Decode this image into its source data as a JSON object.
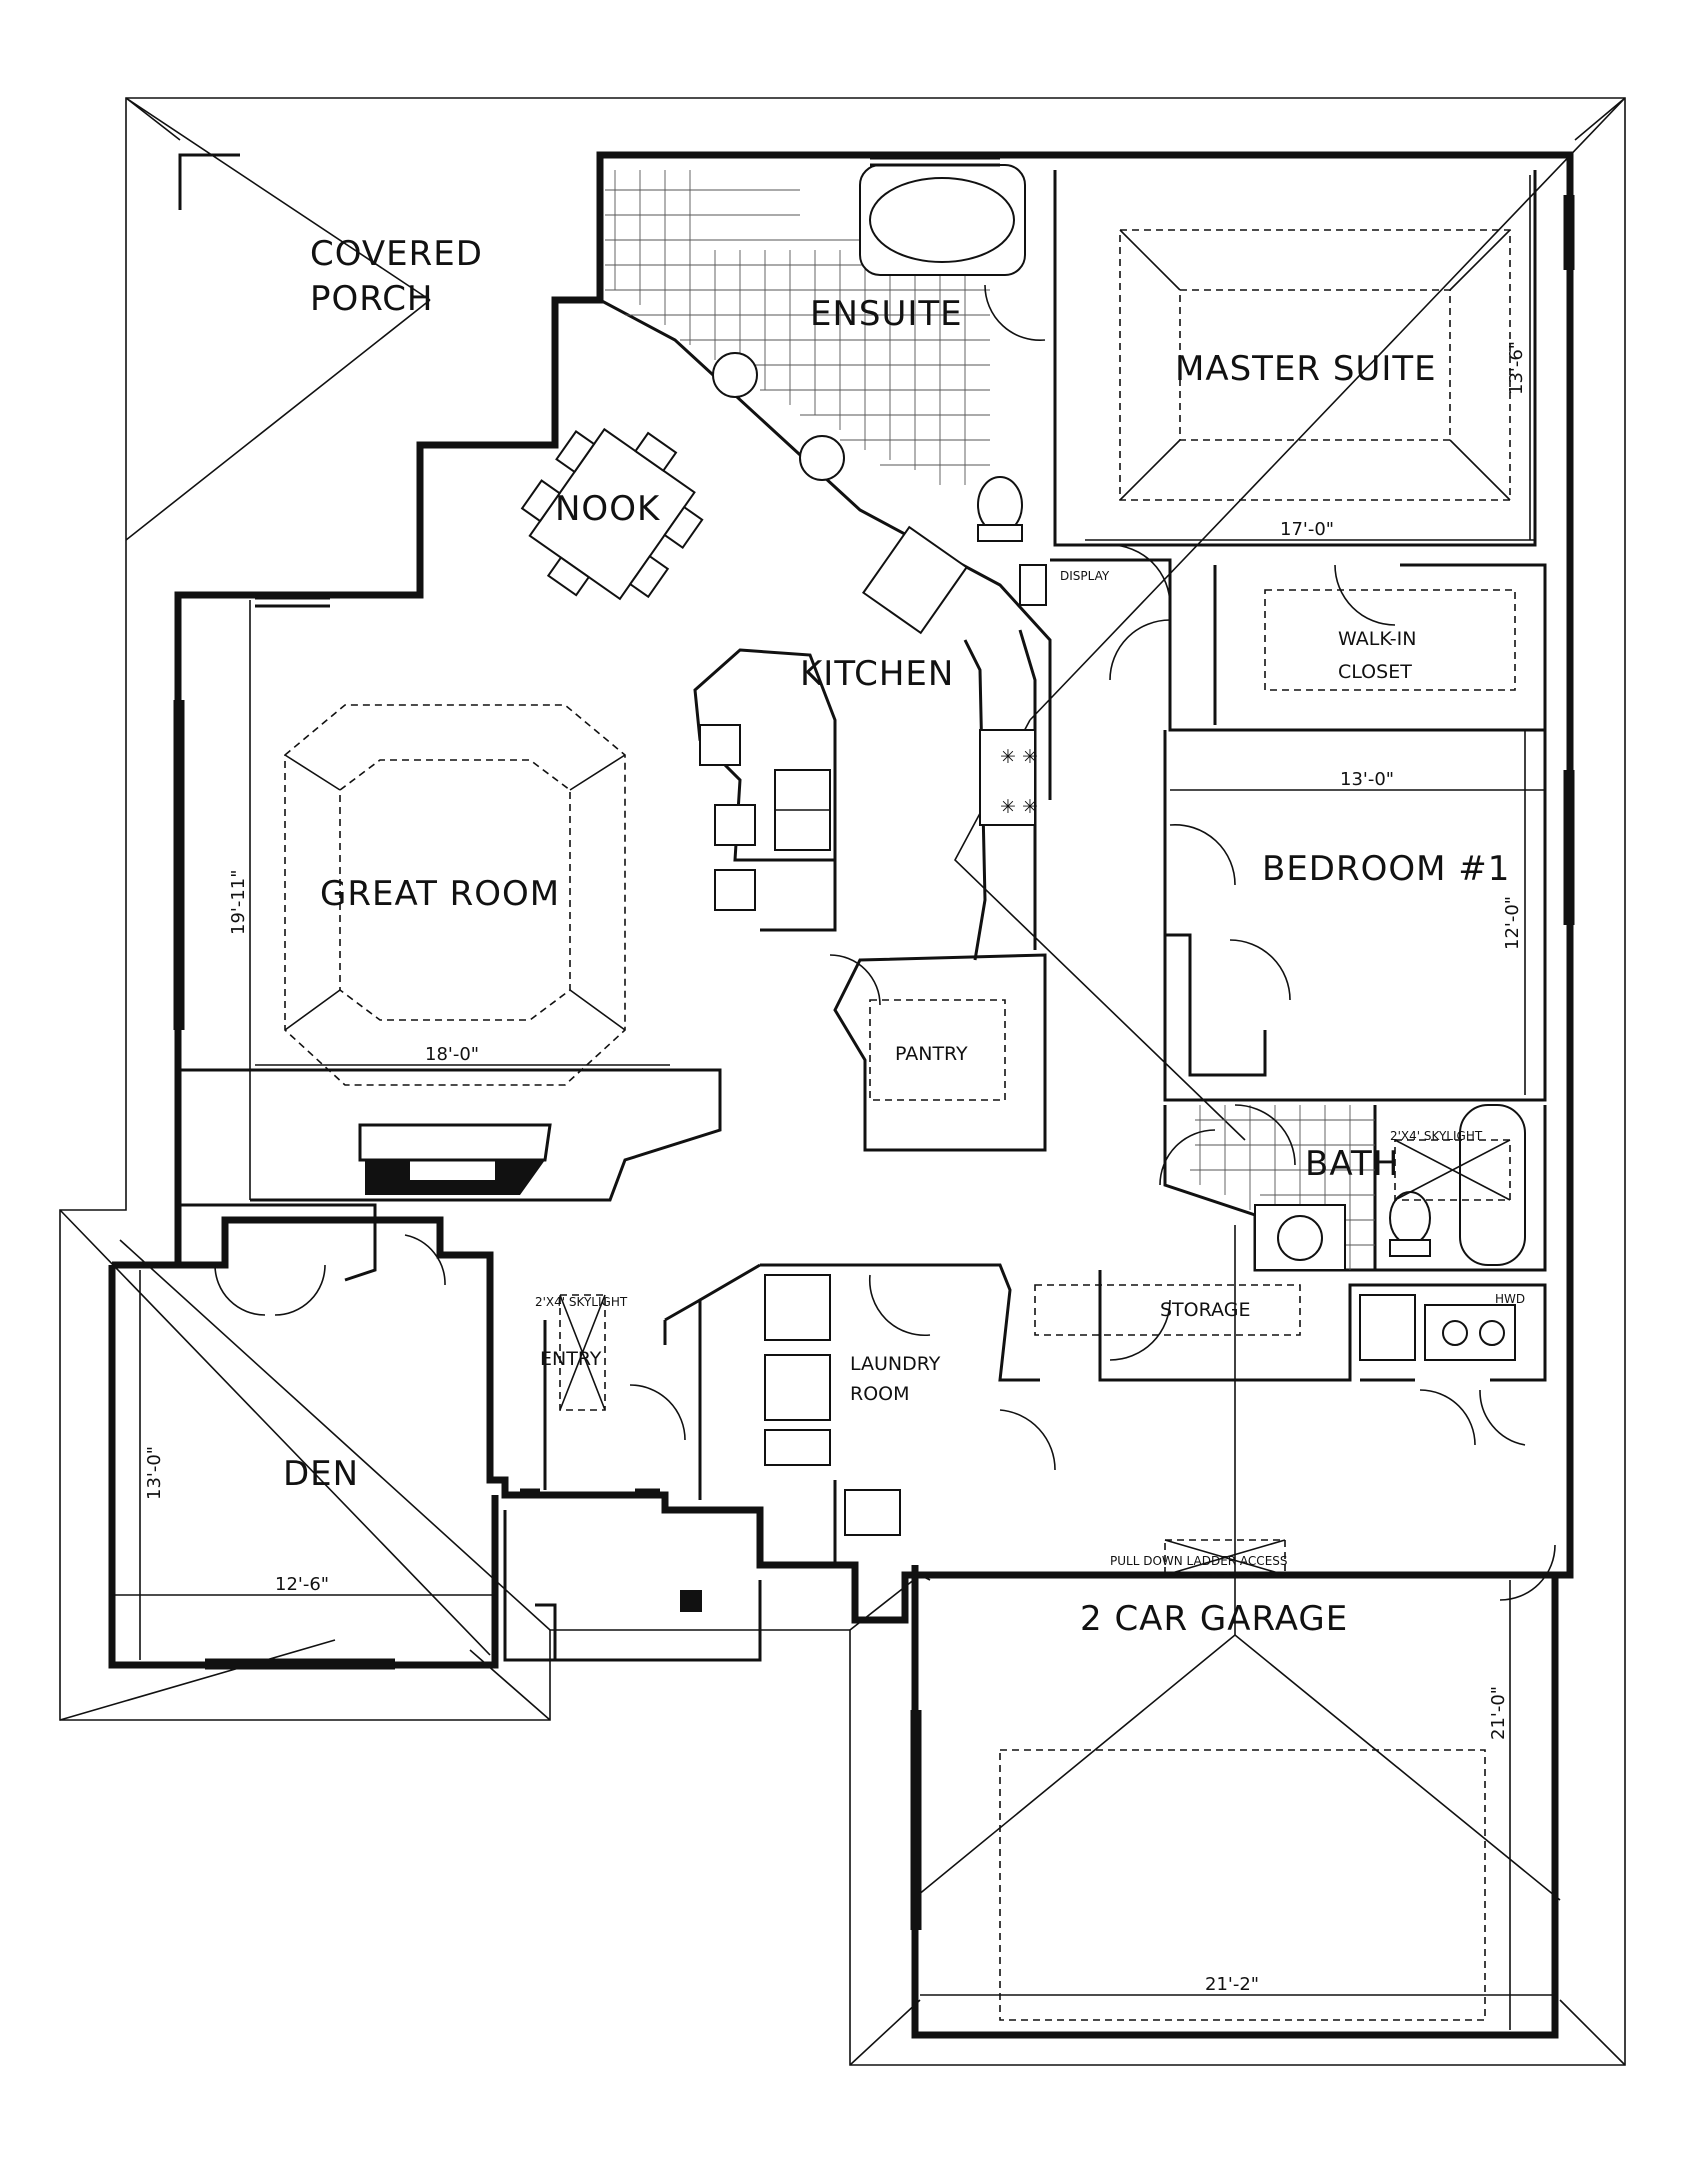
{
  "rooms": {
    "covered_porch": [
      "COVERED",
      "PORCH"
    ],
    "ensuite": "ENSUITE",
    "master_suite": "MASTER SUITE",
    "nook": "NOOK",
    "kitchen": "KITCHEN",
    "great_room": "GREAT ROOM",
    "walk_in_closet": [
      "WALK-IN",
      "CLOSET"
    ],
    "bedroom_1": "BEDROOM #1",
    "pantry": "PANTRY",
    "bath": "BATH",
    "storage": "STORAGE",
    "laundry_room": [
      "LAUNDRY",
      "ROOM"
    ],
    "entry": "ENTRY",
    "den": "DEN",
    "garage": "2 CAR GARAGE"
  },
  "dimensions": {
    "master_width": "17'-0\"",
    "master_depth": "13'-6\"",
    "bedroom_width": "13'-0\"",
    "bedroom_depth": "12'-0\"",
    "great_room_width": "18'-0\"",
    "great_room_depth": "19'-11\"",
    "den_width": "12'-6\"",
    "den_depth": "13'-0\"",
    "garage_width": "21'-2\"",
    "garage_depth": "21'-0\""
  },
  "notes": {
    "display": "DISPLAY",
    "skylight_entry": "2'X4' SKYLIGHT",
    "skylight_bath": "2'X4' SKYLIGHT",
    "hwd": "HWD",
    "attic_access": "PULL DOWN LADDER ACCESS"
  }
}
